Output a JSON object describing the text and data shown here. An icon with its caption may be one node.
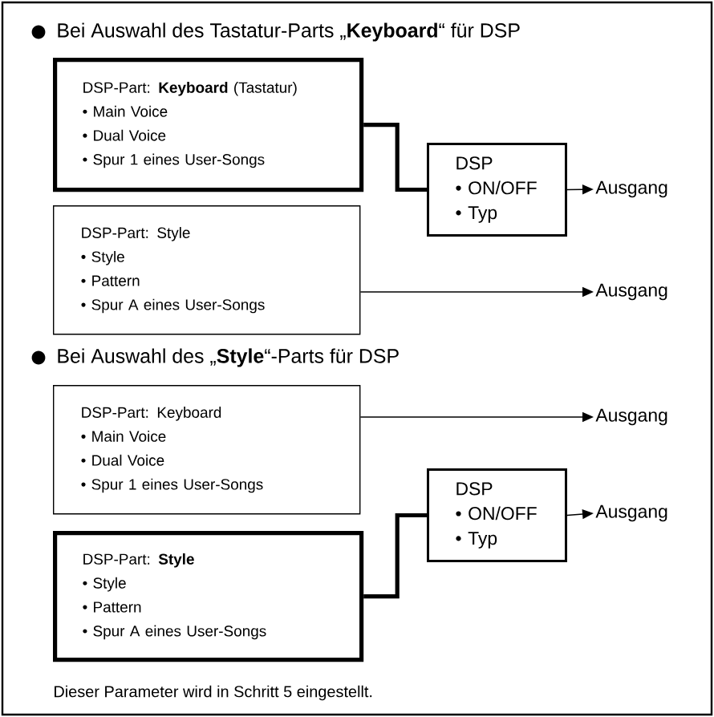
{
  "diagram": {
    "nodes": [
      {
        "text": [
          "DSP-Part: **Keyboard** (Tastatur)",
          "• Main Voice",
          "• Dual Voice",
          "• Spur 1 eines User-Songs"
        ]
      },
      {
        "text": [
          "DSP-Part: Style",
          "• Style",
          "• Pattern",
          "• Spur A eines User-Songs"
        ]
      },
      {
        "text": [
          "DSP",
          "• ON/OFF",
          "• Typ"
        ]
      },
      {
        "text": [
          "Ausgang"
        ]
      },
      {
        "text": [
          "Ausgang"
        ]
      },
      {
        "text": [
          "DSP-Part: Keyboard",
          "• Main Voice",
          "• Dual Voice",
          "• Spur 1 eines User-Songs"
        ]
      },
      {
        "text": [
          "DSP-Part: **Style**",
          "• Style",
          "• Pattern",
          "• Spur A eines User-Songs"
        ]
      },
      {
        "text": [
          "DSP",
          "• ON/OFF",
          "• Typ"
        ]
      },
      {
        "text": [
          "Ausgang"
        ]
      },
      {
        "text": [
          "Ausgang"
        ]
      }
    ],
    "edges": [
      {
        "from": 0,
        "to": 2,
        "arrow": "none",
        "style": "thick"
      },
      {
        "from": 2,
        "to": 3,
        "arrow": "to"
      },
      {
        "from": 1,
        "to": 4,
        "arrow": "to"
      },
      {
        "from": 5,
        "to": 8,
        "arrow": "to"
      },
      {
        "from": 6,
        "to": 7,
        "arrow": "none",
        "style": "thick"
      },
      {
        "from": 7,
        "to": 9,
        "arrow": "to"
      }
    ],
    "labels": [
      "Bei Auswahl des Tastatur-Parts „**Keyboard**“ für DSP",
      "Bei Auswahl des „**Style**“-Parts für DSP",
      "Dieser Parameter wird in Schritt 5 eingestellt."
    ]
  }
}
